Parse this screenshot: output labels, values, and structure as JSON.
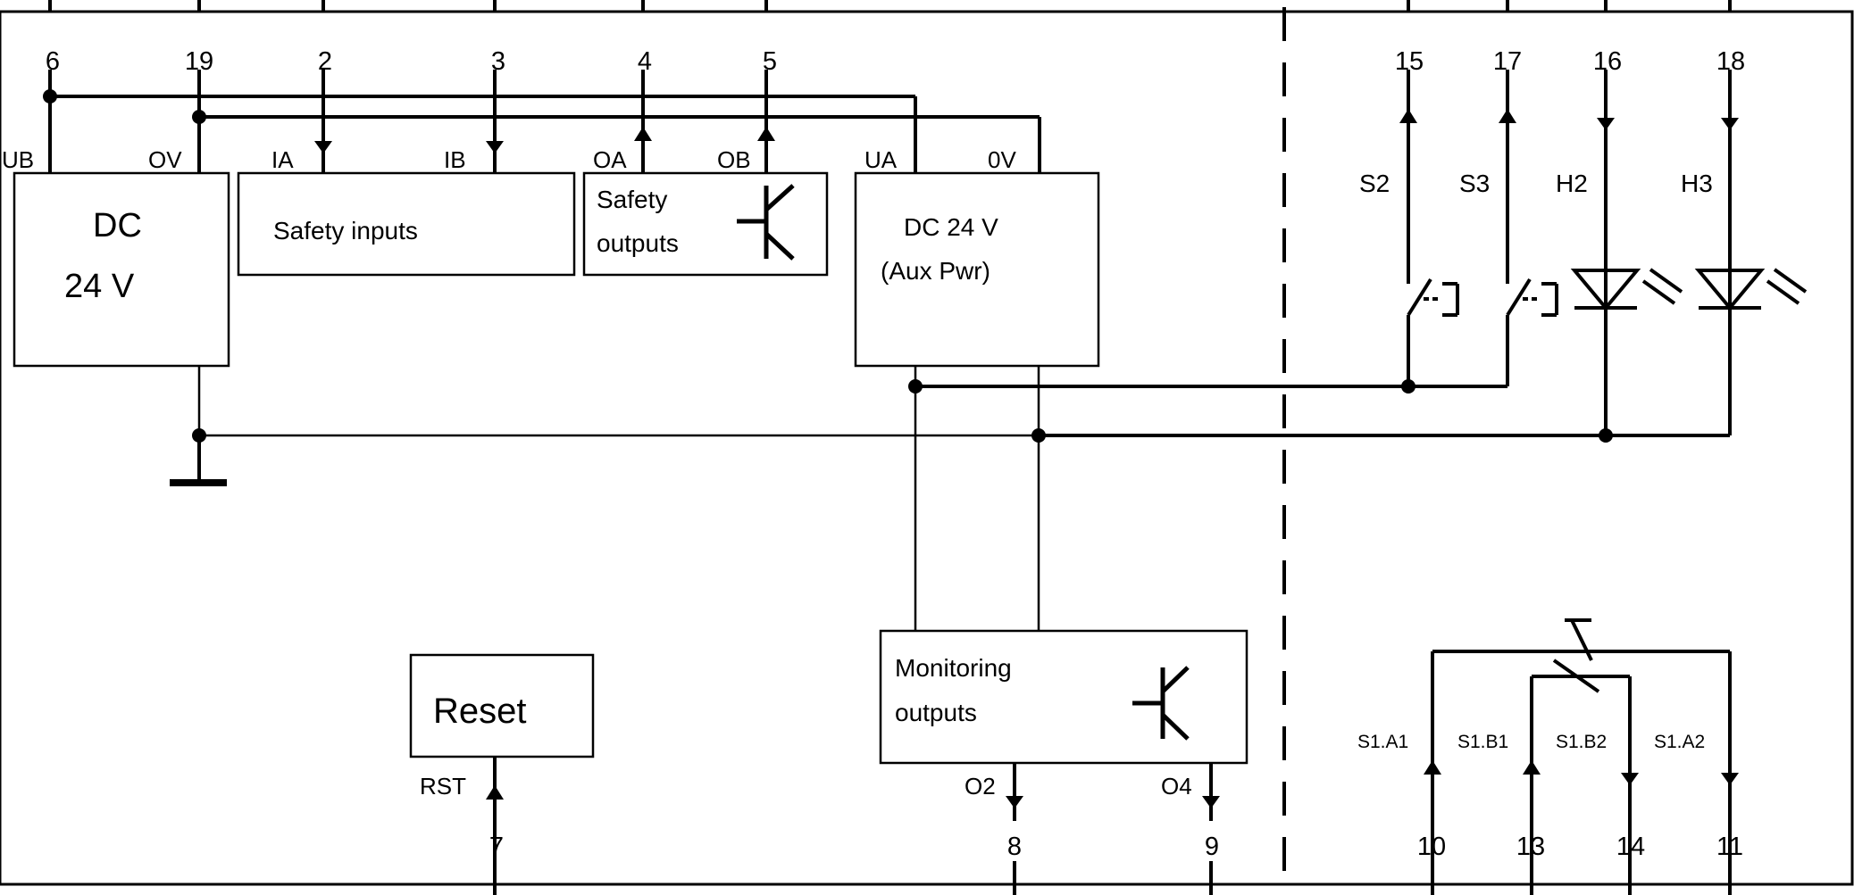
{
  "terminals_top": [
    "6",
    "19",
    "2",
    "3",
    "4",
    "5",
    "15",
    "17",
    "16",
    "18"
  ],
  "terminals_bottom": [
    "7",
    "8",
    "9",
    "10",
    "13",
    "14",
    "11"
  ],
  "pin_labels": {
    "ub": "UB",
    "ov": "OV",
    "ia": "IA",
    "ib": "IB",
    "oa": "OA",
    "ob": "OB",
    "ua": "UA",
    "ov2": "0V",
    "rst": "RST",
    "o2": "O2",
    "o4": "O4"
  },
  "blocks": {
    "dc_line1": "DC",
    "dc_line2": "24 V",
    "safety_inputs": "Safety inputs",
    "safety_outputs_line1": "Safety",
    "safety_outputs_line2": "outputs",
    "aux_line1": "DC 24 V",
    "aux_line2": "(Aux Pwr)",
    "monitoring_line1": "Monitoring",
    "monitoring_line2": "outputs",
    "reset": "Reset"
  },
  "components": {
    "s2": "S2",
    "s3": "S3",
    "h2": "H2",
    "h3": "H3",
    "s1a1": "S1.A1",
    "s1b1": "S1.B1",
    "s1b2": "S1.B2",
    "s1a2": "S1.A2"
  }
}
